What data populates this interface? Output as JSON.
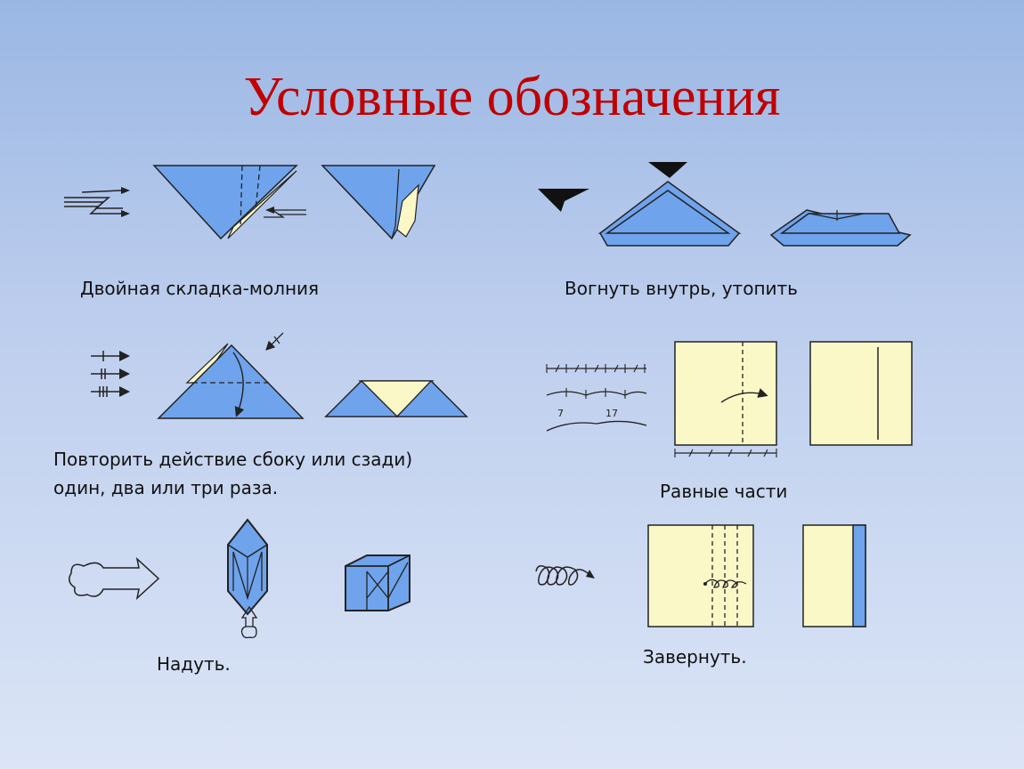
{
  "title": "Условные обозначения",
  "labels": {
    "double_fold": "Двойная складка-молния",
    "sink_fold": "Вогнуть внутрь, утопить",
    "repeat": "Повторить действие сбоку или сзади)\nодин, два или три раза.",
    "equal_parts": "Равные части",
    "inflate": "Надуть.",
    "wrap": "Завернуть."
  },
  "ruler_numbers": {
    "left": "7",
    "right": "17"
  },
  "colors": {
    "title": "#c00000",
    "paper_blue": "#6fa3ec",
    "paper_cream": "#fbf8c8",
    "outline": "#222222"
  }
}
